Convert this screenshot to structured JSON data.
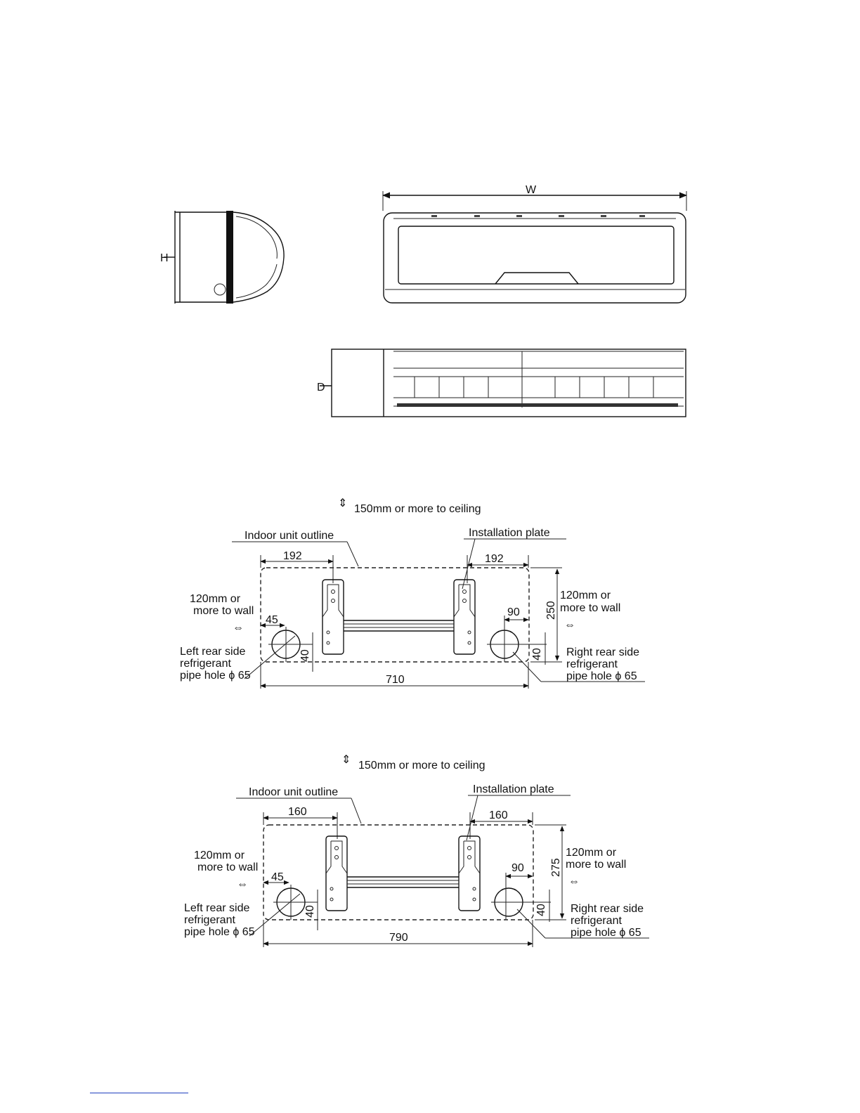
{
  "views": {
    "side_label": "H",
    "front_label": "W",
    "top_label": "D"
  },
  "plate_a": {
    "ceiling_note": "150mm or more to ceiling",
    "outline_label": "Indoor unit outline",
    "plate_label": "Installation plate",
    "left_offset": "192",
    "right_offset": "192",
    "left_wall_line1": "120mm or",
    "left_wall_line2": "more to wall",
    "right_wall_line1": "120mm or",
    "right_wall_line2": "more to wall",
    "left_hole_dist": "45",
    "right_hole_dist": "90",
    "height": "250",
    "left_hole_height": "40",
    "right_hole_height": "40",
    "left_hole_line1": "Left rear side",
    "left_hole_line2": "refrigerant",
    "left_hole_line3": "pipe hole ϕ 65",
    "right_hole_line1": "Right rear side",
    "right_hole_line2": "refrigerant",
    "right_hole_line3": "pipe hole ϕ 65",
    "width": "710"
  },
  "plate_b": {
    "ceiling_note": "150mm or more to ceiling",
    "outline_label": "Indoor unit outline",
    "plate_label": "Installation plate",
    "left_offset": "160",
    "right_offset": "160",
    "left_wall_line1": "120mm or",
    "left_wall_line2": "more to wall",
    "right_wall_line1": "120mm or",
    "right_wall_line2": "more to wall",
    "left_hole_dist": "45",
    "right_hole_dist": "90",
    "height": "275",
    "left_hole_height": "40",
    "right_hole_height": "40",
    "left_hole_line1": "Left rear side",
    "left_hole_line2": "refrigerant",
    "left_hole_line3": "pipe hole ϕ 65",
    "right_hole_line1": "Right rear side",
    "right_hole_line2": "refrigerant",
    "right_hole_line3": "pipe hole ϕ 65",
    "width": "790"
  }
}
